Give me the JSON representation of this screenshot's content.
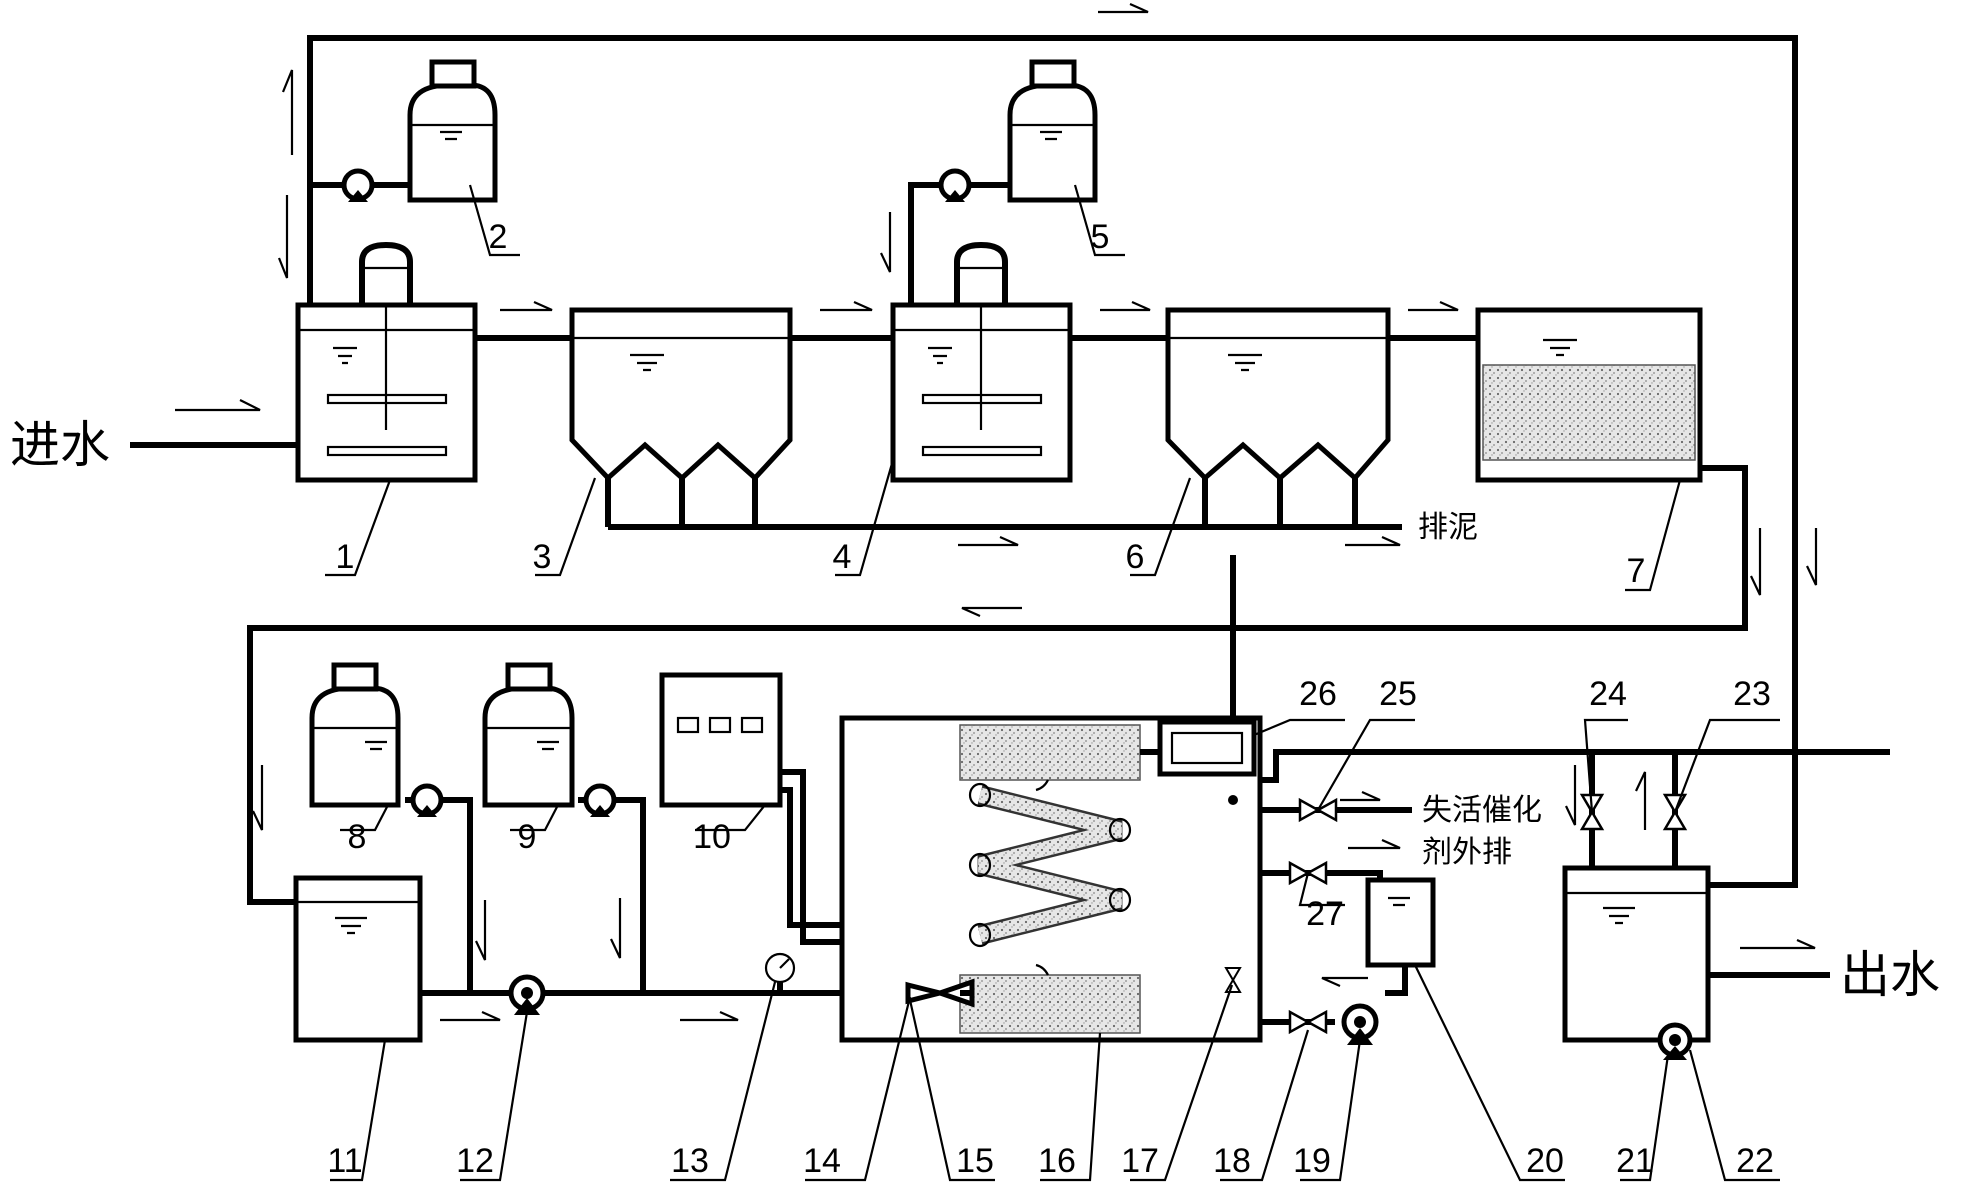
{
  "texts": {
    "inlet": "进水",
    "outlet": "出水",
    "sludge": "排泥",
    "discharge_line1": "失活催化",
    "discharge_line2": "剂外排"
  },
  "labels": [
    "1",
    "2",
    "3",
    "4",
    "5",
    "6",
    "7",
    "8",
    "9",
    "10",
    "11",
    "12",
    "13",
    "14",
    "15",
    "16",
    "17",
    "18",
    "19",
    "20",
    "21",
    "22",
    "23",
    "24",
    "25",
    "26",
    "27"
  ]
}
